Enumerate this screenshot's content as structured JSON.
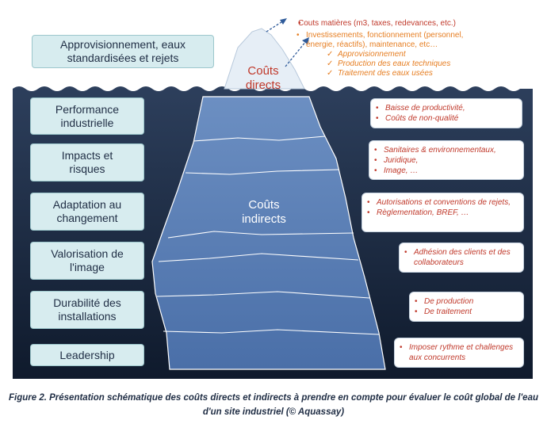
{
  "top_left_box": "Approvisionnement, eaux standardisées et rejets",
  "iceberg": {
    "direct_label_line1": "Coûts",
    "direct_label_line2": "directs",
    "indirect_label_line1": "Coûts",
    "indirect_label_line2": "indirects"
  },
  "direct_notes": {
    "item1": "Couts matières (m3, taxes, redevances, etc.)",
    "item2_line1": "Investissements, fonctionnement (personnel,",
    "item2_line2": "énergie, réactifs), maintenance, etc…",
    "sub1": "Approvisionnement",
    "sub2": "Production des eaux techniques",
    "sub3": "Traitement des eaux usées"
  },
  "left_boxes": [
    {
      "line1": "Performance",
      "line2": "industrielle"
    },
    {
      "line1": "Impacts et",
      "line2": "risques"
    },
    {
      "line1": "Adaptation au",
      "line2": "changement"
    },
    {
      "line1": "Valorisation de",
      "line2": "l'image"
    },
    {
      "line1": "Durabilité des",
      "line2": "installations"
    },
    {
      "line1": "Leadership",
      "line2": ""
    }
  ],
  "right_boxes": [
    [
      "Baisse de productivité,",
      "Coûts de non-qualité"
    ],
    [
      "Sanitaires & environnementaux,",
      "Juridique,",
      "Image, …"
    ],
    [
      "Autorisations et conventions de rejets,",
      "Règlementation, BREF, …"
    ],
    [
      "Adhésion des clients et des collaborateurs"
    ],
    [
      "De production",
      "De traitement"
    ],
    [
      "Imposer rythme et challenges aux concurrents"
    ]
  ],
  "caption": "Figure 2. Présentation schématique des coûts directs et indirects à prendre en compte pour évaluer le coût global de l'eau d'un site industriel (© Aquassay)",
  "colors": {
    "sea_top": "#2d3f5c",
    "sea_bottom": "#0f1a2c",
    "iceberg_top": "#e6eef6",
    "iceberg_body": "#5b7fb4",
    "box_fill": "#d7ecef",
    "note_red": "#c0392b",
    "note_orange": "#e67e22"
  }
}
